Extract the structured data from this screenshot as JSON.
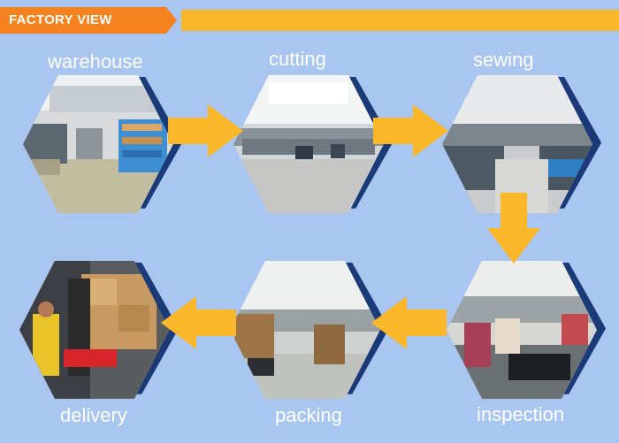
{
  "header": {
    "title": "FACTORY VIEW"
  },
  "steps": [
    {
      "label": "warehouse"
    },
    {
      "label": "cutting"
    },
    {
      "label": "sewing"
    },
    {
      "label": "inspection"
    },
    {
      "label": "packing"
    },
    {
      "label": "delivery"
    }
  ],
  "colors": {
    "background": "#a9c6f0",
    "banner_orange": "#f5821f",
    "banner_yellow": "#fbb72a",
    "hex_frame": "#1b3a78",
    "arrow": "#fbb72a"
  }
}
